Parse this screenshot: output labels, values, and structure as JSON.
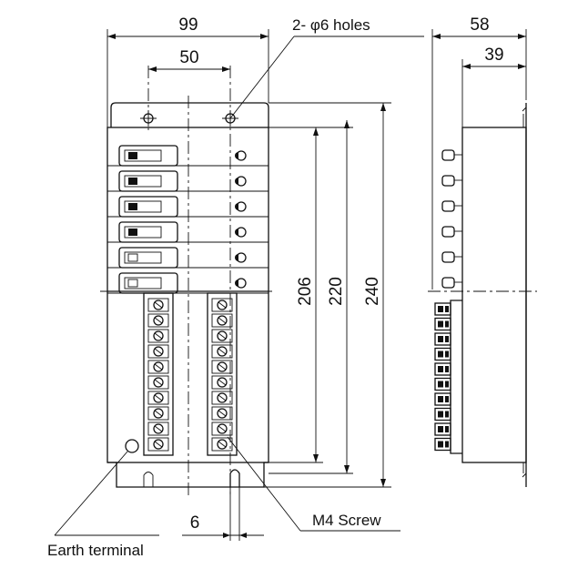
{
  "dimensions": {
    "overall_width": "99",
    "hole_pitch": "50",
    "side_depth": "58",
    "side_inner_depth": "39",
    "height_206": "206",
    "height_220": "220",
    "height_240": "240",
    "slot_width": "6"
  },
  "callouts": {
    "holes": "2- φ6 holes",
    "screw": "M4 Screw",
    "earth": "Earth terminal"
  }
}
